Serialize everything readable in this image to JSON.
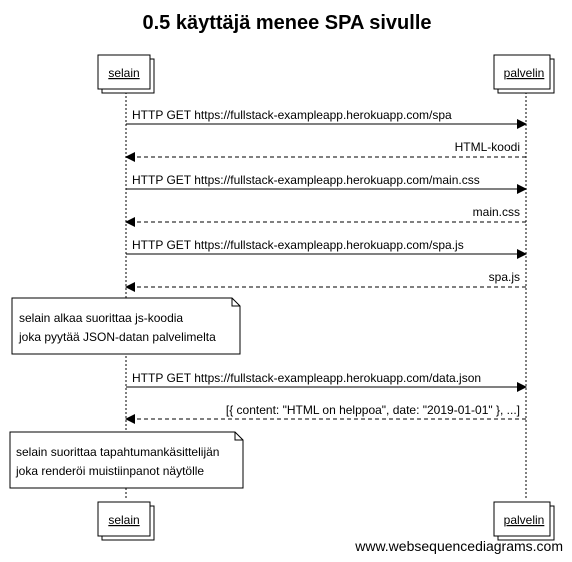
{
  "diagram": {
    "title": "0.5 käyttäjä menee SPA sivulle",
    "participants": [
      {
        "id": "selain",
        "label": "selain"
      },
      {
        "id": "palvelin",
        "label": "palvelin"
      }
    ],
    "messages": [
      {
        "from": "selain",
        "to": "palvelin",
        "dashed": false,
        "text": "HTTP GET https://fullstack-exampleapp.herokuapp.com/spa"
      },
      {
        "from": "palvelin",
        "to": "selain",
        "dashed": true,
        "text": "HTML-koodi"
      },
      {
        "from": "selain",
        "to": "palvelin",
        "dashed": false,
        "text": "HTTP GET https://fullstack-exampleapp.herokuapp.com/main.css"
      },
      {
        "from": "palvelin",
        "to": "selain",
        "dashed": true,
        "text": "main.css"
      },
      {
        "from": "selain",
        "to": "palvelin",
        "dashed": false,
        "text": "HTTP GET https://fullstack-exampleapp.herokuapp.com/spa.js"
      },
      {
        "from": "palvelin",
        "to": "selain",
        "dashed": true,
        "text": "spa.js"
      },
      {
        "from": "selain",
        "to": "palvelin",
        "dashed": false,
        "text": "HTTP GET https://fullstack-exampleapp.herokuapp.com/data.json"
      },
      {
        "from": "palvelin",
        "to": "selain",
        "dashed": true,
        "text": "[{ content: \"HTML on helppoa\", date: \"2019-01-01\" }, ...]"
      }
    ],
    "notes": [
      {
        "over": "selain",
        "lines": [
          "selain alkaa suorittaa js-koodia",
          "joka pyytää JSON-datan palvelimelta"
        ]
      },
      {
        "over": "selain",
        "lines": [
          "selain suorittaa tapahtumankäsittelijän",
          "joka renderöi muistiinpanot näytölle"
        ]
      }
    ],
    "watermark": "www.websequencediagrams.com"
  }
}
